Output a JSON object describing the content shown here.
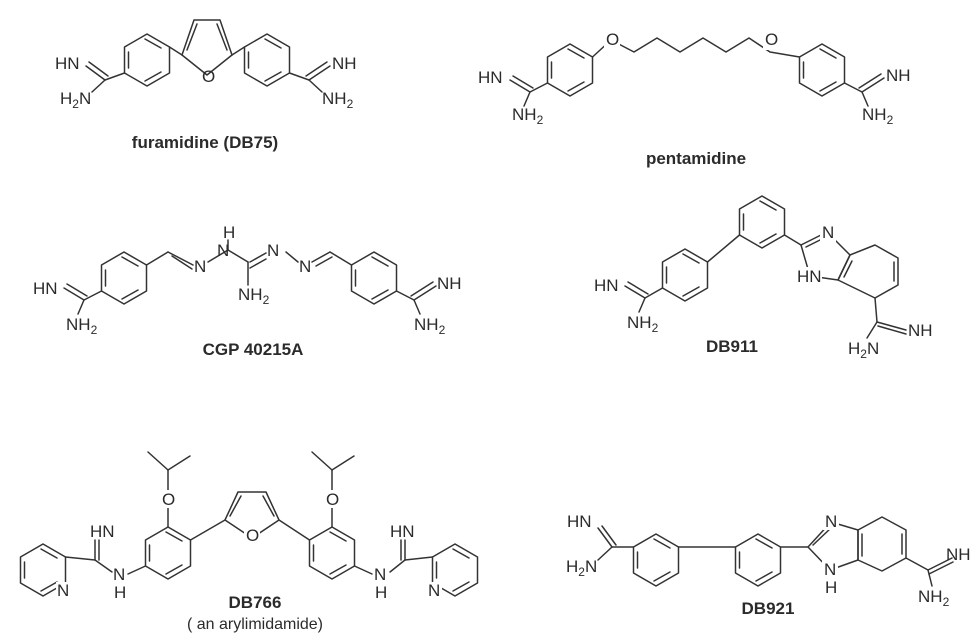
{
  "atoms": {
    "HN": "HN",
    "NH": "NH",
    "H2N": "H",
    "NH2": "NH",
    "two": "2",
    "O": "O",
    "N": "N",
    "H": "H",
    "HN_ring": "HN"
  },
  "captions": {
    "furamidine": "furamidine (DB75)",
    "pentamidine": "pentamidine",
    "cgp": "CGP 40215A",
    "db911": "DB911",
    "db766": "DB766",
    "db766_note": "( an arylimidamide)",
    "db921": "DB921"
  }
}
